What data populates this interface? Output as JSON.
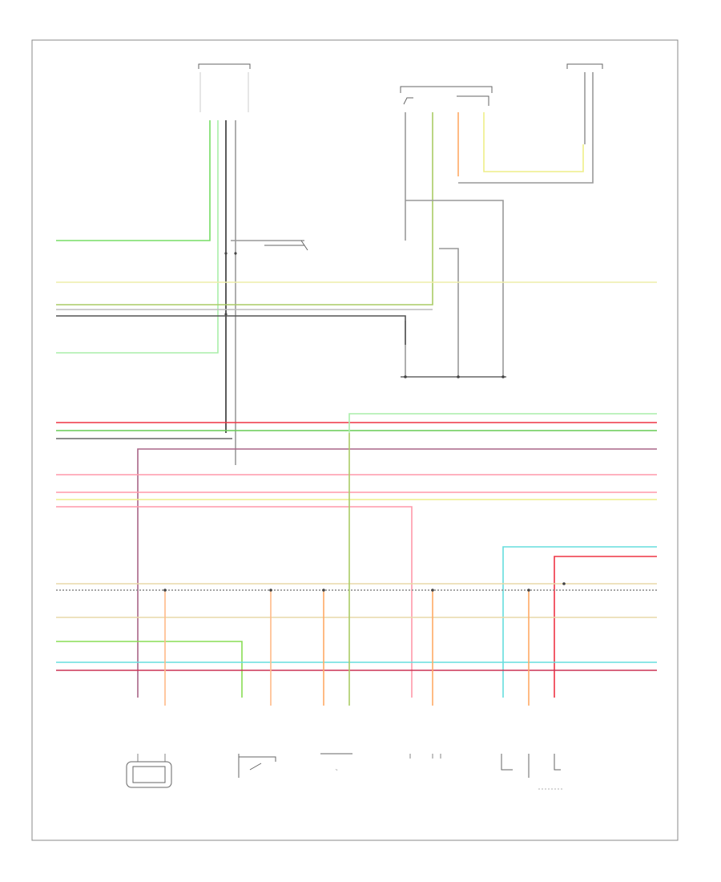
{
  "diagram": {
    "frame_label": "",
    "wire_colors": {
      "red": "#ee3344",
      "green": "#77dd66",
      "lightgreen": "#aaeeaa",
      "yellow": "#eeee88",
      "orange": "#ffaa66",
      "pink": "#ff99aa",
      "cyan": "#66dddd",
      "black": "#333333",
      "gray": "#999999",
      "tan": "#e8d8a8",
      "maroon": "#884466",
      "darkred": "#cc3355"
    },
    "components": [
      {
        "id": "crankshaft-position-sensor",
        "icon": "sensor-icon"
      },
      {
        "id": "engine-oil-pressure-sensor",
        "icon": "switch-icon"
      },
      {
        "id": "engine-coolant-temperature-sensor",
        "icon": "sensor-icon"
      },
      {
        "id": "knock-sensor",
        "icon": "sensor-icon"
      },
      {
        "id": "fuel-rail-pressure-sensor",
        "icon": "sensor-icon"
      }
    ]
  }
}
